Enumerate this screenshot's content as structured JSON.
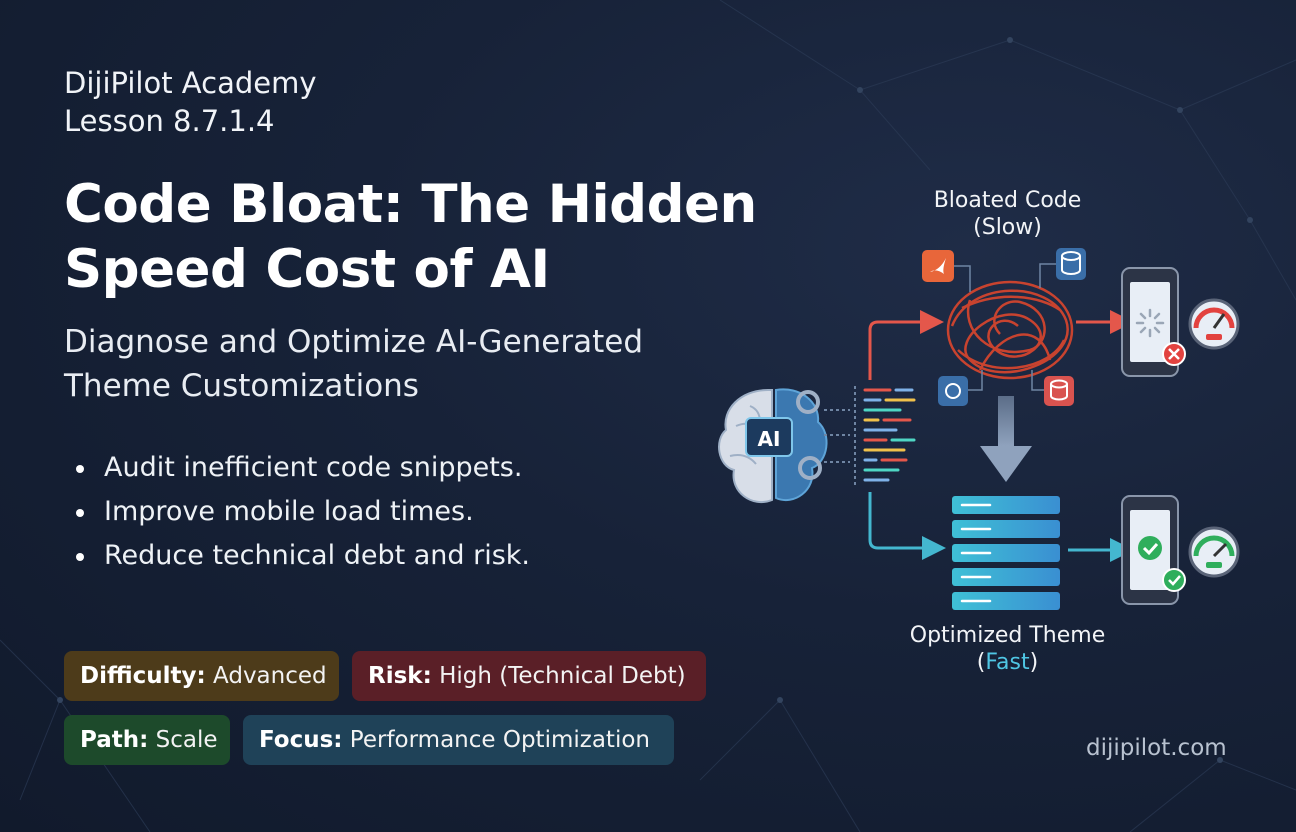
{
  "header": {
    "academy": "DijiPilot Academy",
    "lesson": "Lesson 8.7.1.4"
  },
  "title": "Code Bloat: The Hidden Speed Cost of AI",
  "subtitle": "Diagnose and Optimize AI-Generated Theme Customizations",
  "bullets": [
    "Audit inefficient code snippets.",
    "Improve mobile load times.",
    "Reduce technical debt and risk."
  ],
  "badges": {
    "difficulty": {
      "label": "Difficulty:",
      "value": "Advanced"
    },
    "risk": {
      "label": "Risk:",
      "value": "High (Technical Debt)"
    },
    "path": {
      "label": "Path:",
      "value": "Scale"
    },
    "focus": {
      "label": "Focus:",
      "value": "Performance Optimization"
    }
  },
  "diagram": {
    "ai_label": "AI",
    "bloated": {
      "line1": "Bloated Code",
      "line2_open": "(",
      "line2_word": "Slow",
      "line2_close": ")"
    },
    "optimized": {
      "line1": "Optimized Theme",
      "line2_open": "(",
      "line2_word": "Fast",
      "line2_close": ")"
    },
    "icons": [
      "brain-icon",
      "gear-icon",
      "code-lines-icon",
      "swift-icon",
      "database-icon",
      "phone-icon",
      "loading-spinner-icon",
      "error-icon",
      "gauge-icon",
      "checkmark-icon",
      "stack-icon"
    ]
  },
  "footer": {
    "site": "dijipilot.com"
  },
  "colors": {
    "background": "#172238",
    "accent_fast": "#4fc6e4",
    "arrow_bloat": "#e4574b",
    "arrow_fast": "#44b7cf",
    "tangle": "#c8432f"
  }
}
